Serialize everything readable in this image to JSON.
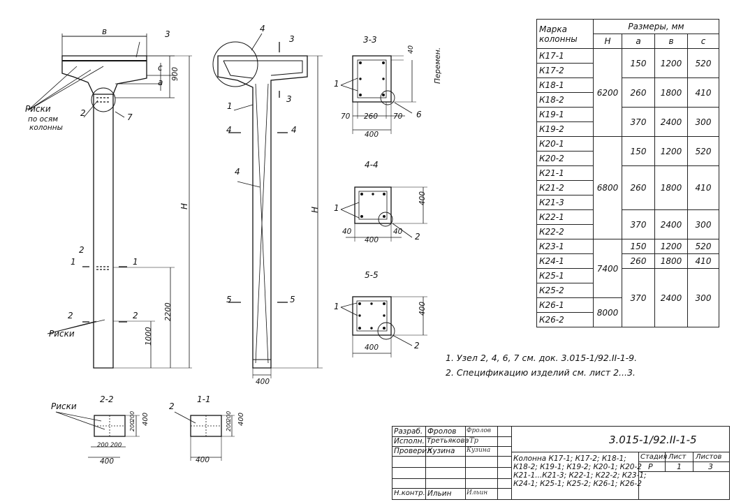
{
  "labels": {
    "v": "в",
    "three": "3",
    "four": "4",
    "c": "с",
    "a": "а",
    "n900": "900",
    "riski": "Риски",
    "po_osyam": "по осям",
    "kolonny": "колонны",
    "two": "2",
    "seven": "7",
    "H": "Н",
    "one": "1",
    "n2200": "2200",
    "n1000": "1000",
    "n400": "400",
    "five": "5",
    "six": "6",
    "n70": "70",
    "n260": "260",
    "n40": "40",
    "peremen": "Перемен.",
    "n200": "200",
    "sec_33": "3-3",
    "sec_44": "4-4",
    "sec_55": "5-5",
    "sec_22": "2-2",
    "sec_11": "1-1"
  },
  "table": {
    "header_mark": "Марка колонны",
    "header_sizes": "Размеры, мм",
    "col_H": "Н",
    "col_a": "а",
    "col_b": "в",
    "col_c": "с",
    "rows": [
      [
        "К17-1",
        "К17-2",
        "К18-1",
        "К18-2",
        "К19-1",
        "К19-2",
        "К20-1",
        "К20-2",
        "К21-1",
        "К21-2",
        "К21-3",
        "К22-1",
        "К22-2",
        "К23-1",
        "К24-1",
        "К25-1",
        "К25-2",
        "К26-1",
        "К26-2"
      ]
    ],
    "H_groups": [
      "6200",
      "6800",
      "7400",
      "8000"
    ],
    "a_vals": [
      "150",
      "260",
      "370",
      "150",
      "260",
      "370",
      "150",
      "260",
      "370"
    ],
    "b_vals": [
      "1200",
      "1800",
      "2400",
      "1200",
      "1800",
      "2400",
      "1200",
      "1800",
      "2400"
    ],
    "c_vals": [
      "520",
      "410",
      "300",
      "520",
      "410",
      "300",
      "520",
      "410",
      "300"
    ]
  },
  "notes": [
    "1. Узел 2, 4, 6, 7 см. док. 3.015-1/92.II-1-9.",
    "2. Спецификацию изделий см. лист 2...3."
  ],
  "title_block": {
    "doc_code": "3.015-1/92.II-1-5",
    "roles": [
      "Разраб.",
      "Исполн.",
      "Проверил",
      "Н.контр."
    ],
    "names": [
      "Фролов",
      "Третьякова",
      "Кузина",
      "Ильин"
    ],
    "signatures": [
      "Фролов",
      "Тр",
      "Кузина",
      "Ильин"
    ],
    "description": [
      "Колонна К17-1; К17-2; К18-1;",
      "К18-2; К19-1; К19-2; К20-1; К20-2",
      "К21-1...К21-3; К22-1; К22-2; К23-1;",
      "К24-1; К25-1; К25-2; К26-1; К26-2"
    ],
    "stadia_label": "Стадия",
    "list_label": "Лист",
    "listov_label": "Листов",
    "stadia": "Р",
    "list": "1",
    "listov": "3"
  }
}
